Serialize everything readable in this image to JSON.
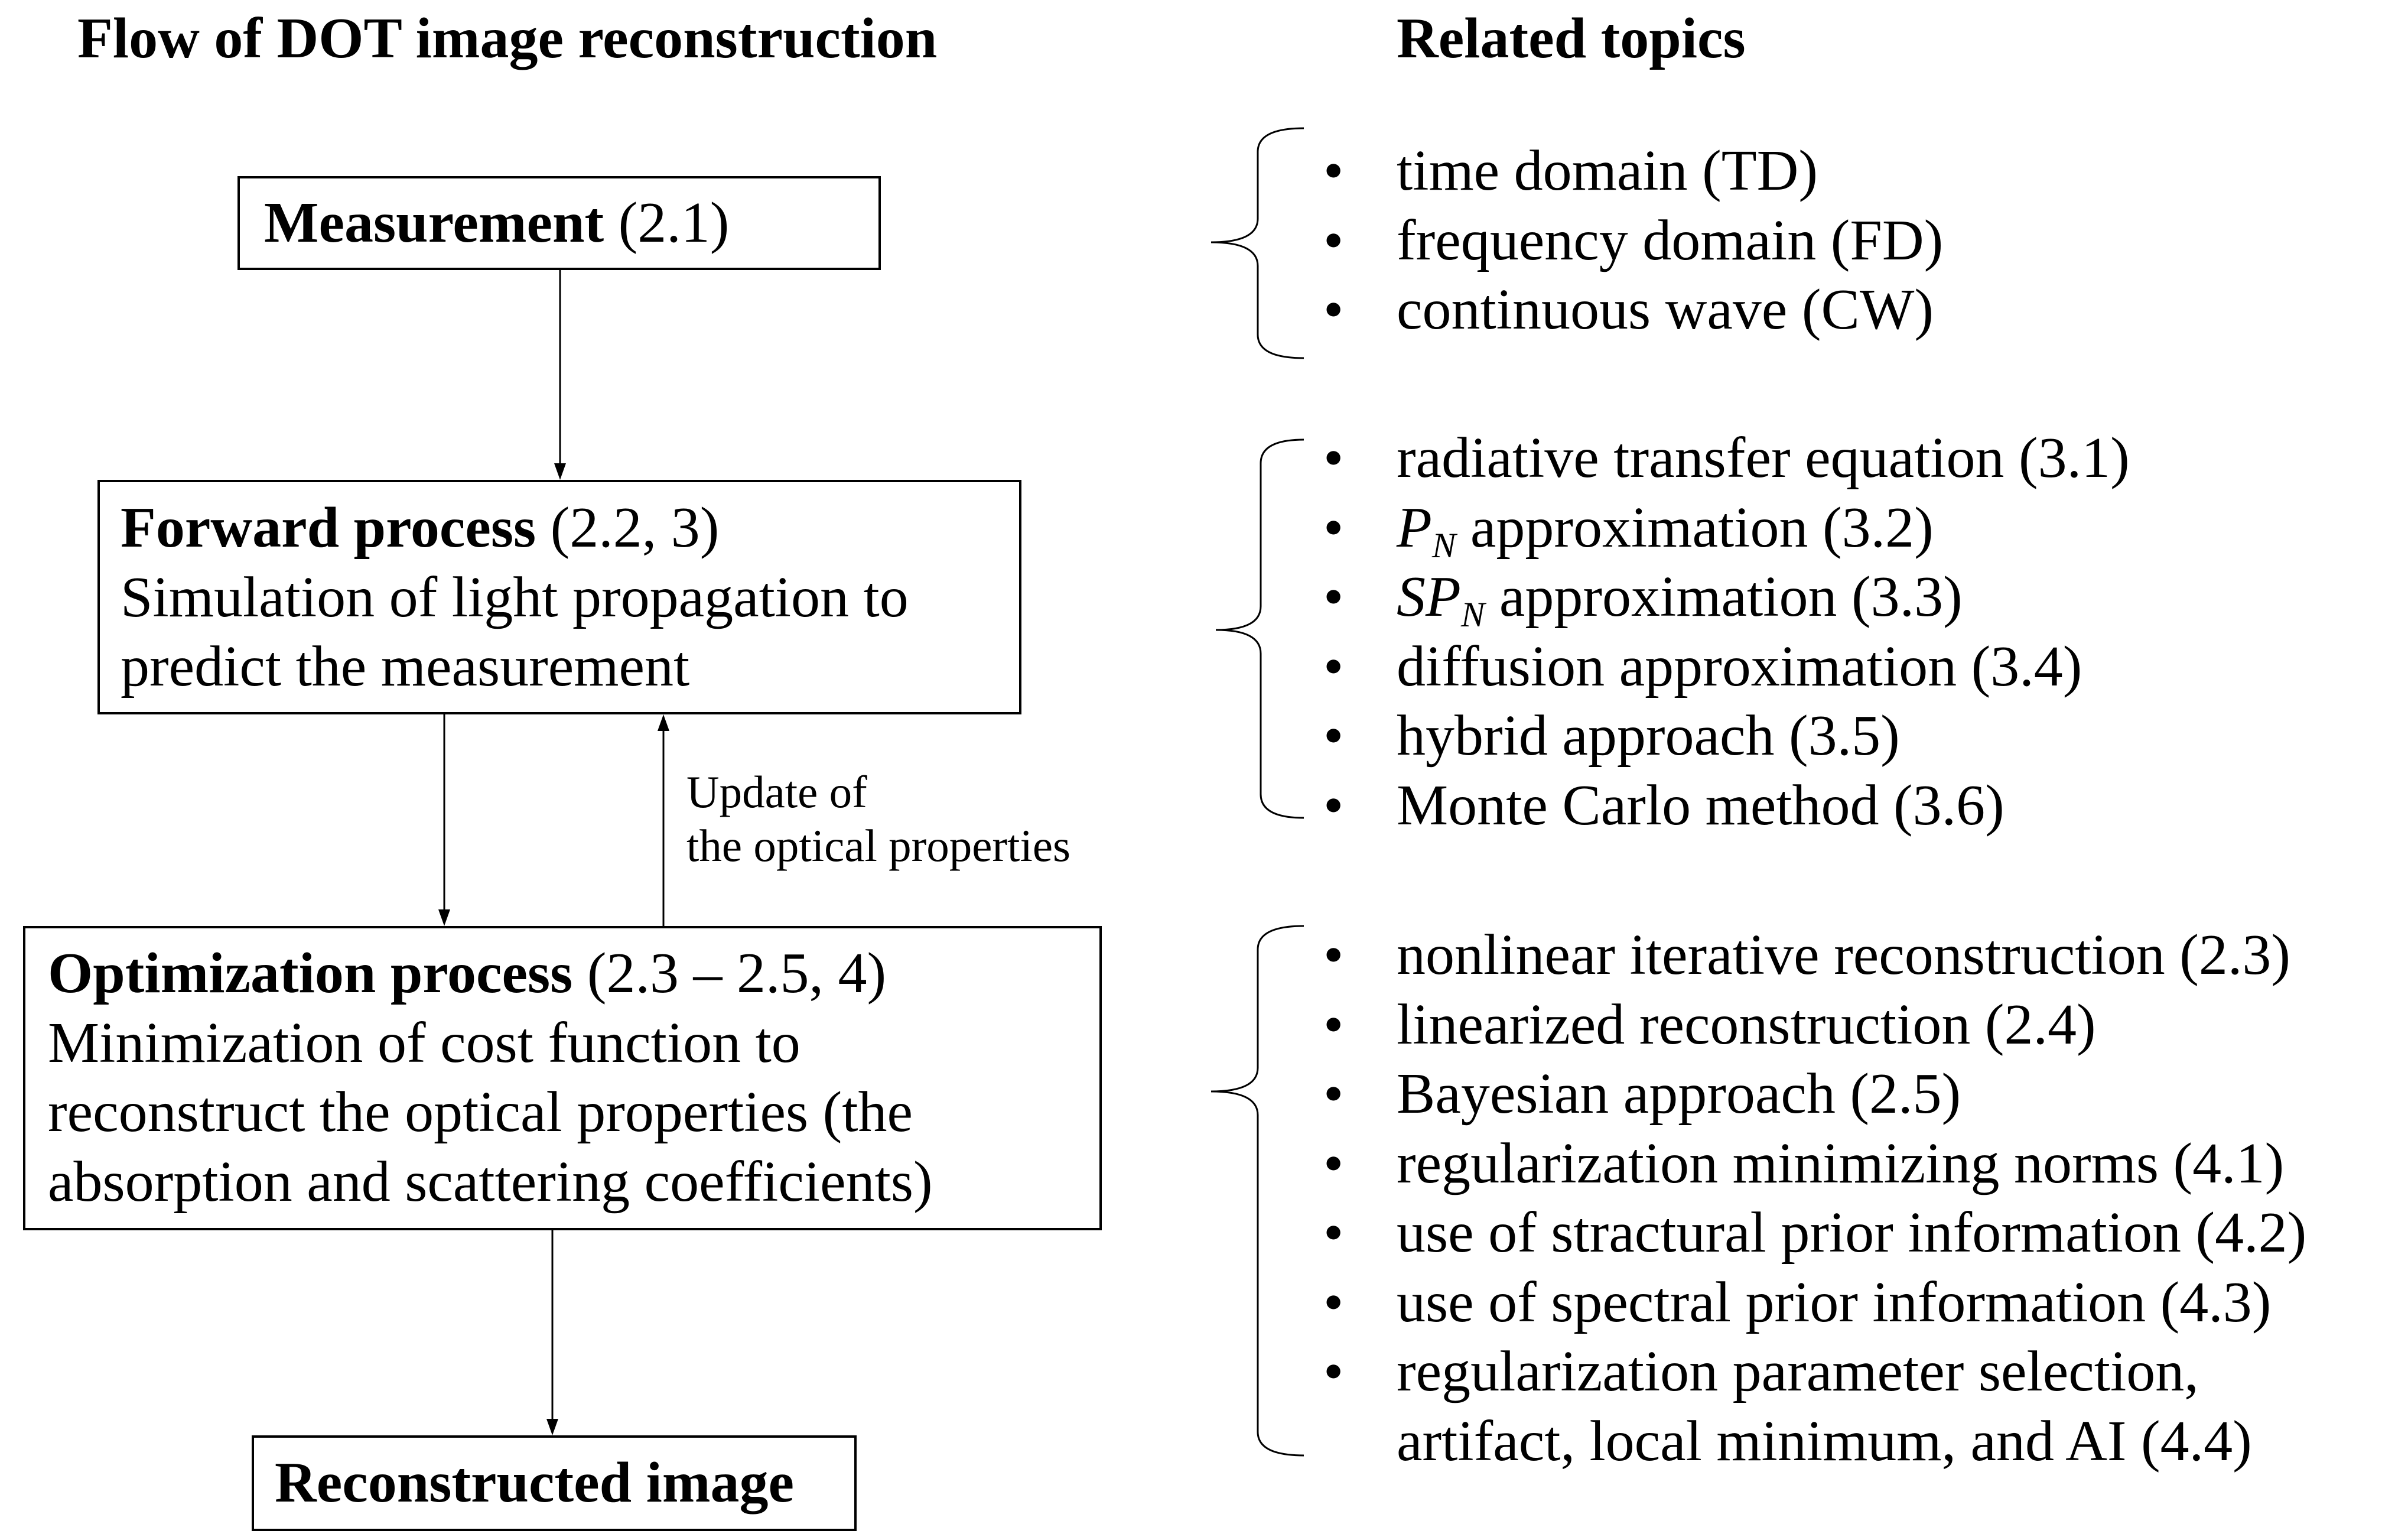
{
  "headings": {
    "flow": "Flow of DOT image reconstruction",
    "topics": "Related topics"
  },
  "flow": {
    "measurement": {
      "title": "Measurement",
      "ref": "(2.1)"
    },
    "forward": {
      "title": "Forward process",
      "ref": "(2.2, 3)",
      "lines": [
        "Simulation of light propagation to",
        "predict the measurement"
      ]
    },
    "update_label": [
      "Update of",
      "the optical properties"
    ],
    "optimization": {
      "title": "Optimization process",
      "ref": "(2.3 – 2.5, 4)",
      "lines": [
        "Minimization of cost function to",
        "reconstruct the optical properties (the",
        "absorption and scattering coefficients)"
      ]
    },
    "result": {
      "title": "Reconstructed image"
    }
  },
  "bullet": "•",
  "topics": {
    "measurement": [
      {
        "text": "time domain (TD)"
      },
      {
        "text": "frequency domain (FD)"
      },
      {
        "text": "continuous wave (CW)"
      }
    ],
    "forward": [
      {
        "text": "radiative transfer equation (3.1)"
      },
      {
        "symbol": "P",
        "sub": "N",
        "text": "approximation (3.2)"
      },
      {
        "symbol": "SP",
        "sub": "N",
        "text": "approximation (3.3)"
      },
      {
        "text": "diffusion approximation (3.4)"
      },
      {
        "text": "hybrid approach (3.5)"
      },
      {
        "text": "Monte Carlo method (3.6)"
      }
    ],
    "optimization": [
      {
        "text": "nonlinear iterative reconstruction (2.3)"
      },
      {
        "text": "linearized reconstruction (2.4)"
      },
      {
        "text": "Bayesian approach (2.5)"
      },
      {
        "text": "regularization minimizing norms (4.1)"
      },
      {
        "text": "use of stractural prior information (4.2)"
      },
      {
        "text": "use of spectral prior information (4.3)"
      },
      {
        "text": "regularization parameter selection,",
        "continued": "artifact, local minimum, and AI (4.4)"
      }
    ]
  }
}
